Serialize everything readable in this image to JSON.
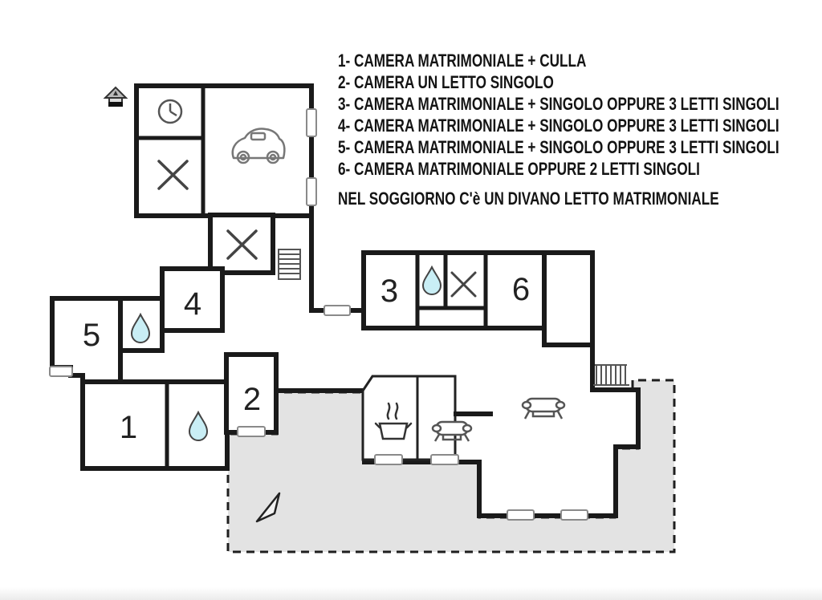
{
  "legend": {
    "items": [
      {
        "text": "1- CAMERA MATRIMONIALE + CULLA"
      },
      {
        "text": "2- CAMERA UN LETTO SINGOLO"
      },
      {
        "text": "3- CAMERA MATRIMONIALE + SINGOLO OPPURE 3 LETTI SINGOLI"
      },
      {
        "text": "4- CAMERA MATRIMONIALE + SINGOLO OPPURE 3 LETTI SINGOLI"
      },
      {
        "text": "5- CAMERA MATRIMONIALE + SINGOLO OPPURE 3 LETTI SINGOLI"
      },
      {
        "text": "6- CAMERA MATRIMONIALE OPPURE 2 LETTI SINGOLI"
      }
    ],
    "note": "NEL SOGGIORNO C'è UN DIVANO LETTO MATRIMONIALE"
  },
  "rooms": [
    {
      "number": "1",
      "description": "CAMERA MATRIMONIALE + CULLA"
    },
    {
      "number": "2",
      "description": "CAMERA UN LETTO SINGOLO"
    },
    {
      "number": "3",
      "description": "CAMERA MATRIMONIALE + SINGOLO OPPURE 3 LETTI SINGOLI"
    },
    {
      "number": "4",
      "description": "CAMERA MATRIMONIALE + SINGOLO OPPURE 3 LETTI SINGOLI"
    },
    {
      "number": "5",
      "description": "CAMERA MATRIMONIALE + SINGOLO OPPURE 3 LETTI SINGOLI"
    },
    {
      "number": "6",
      "description": "CAMERA MATRIMONIALE OPPURE 2 LETTI SINGOLI"
    }
  ],
  "icons": [
    "north-house-marker",
    "clock-icon",
    "car-icon",
    "window-cross-icon",
    "stairs-icon",
    "water-drop-icon",
    "stove-pot-icon",
    "sofa-icon",
    "grill-icon",
    "compass-arrow-icon"
  ],
  "colors": {
    "wall": "#1a1a1a",
    "patio_fill": "#e3e3e3",
    "drop_fill": "#c9eef5",
    "icon_stroke": "#555555"
  }
}
